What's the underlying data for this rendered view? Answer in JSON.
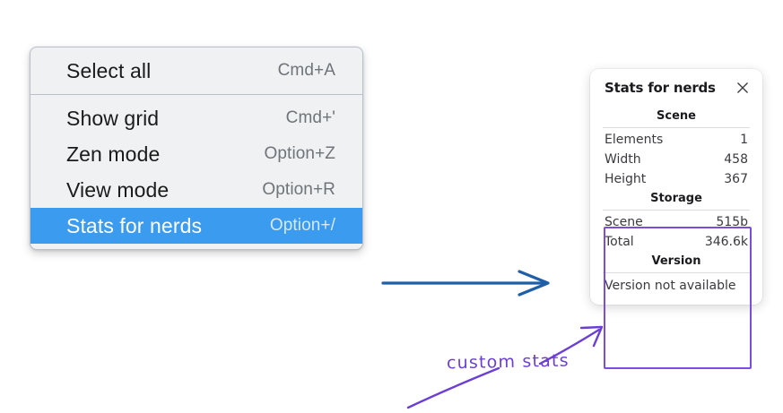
{
  "menu": {
    "sections": [
      {
        "items": [
          {
            "label": "Select all",
            "shortcut": "Cmd+A",
            "highlighted": false
          }
        ]
      },
      {
        "items": [
          {
            "label": "Show grid",
            "shortcut": "Cmd+'",
            "highlighted": false
          },
          {
            "label": "Zen mode",
            "shortcut": "Option+Z",
            "highlighted": false
          },
          {
            "label": "View mode",
            "shortcut": "Option+R",
            "highlighted": false
          },
          {
            "label": "Stats for nerds",
            "shortcut": "Option+/",
            "highlighted": true
          }
        ]
      }
    ],
    "highlight_color": "#3b9bee"
  },
  "stats_panel": {
    "title": "Stats for nerds",
    "close_icon": "close-icon",
    "sections": [
      {
        "heading": "Scene",
        "rows": [
          {
            "key": "Elements",
            "value": "1"
          },
          {
            "key": "Width",
            "value": "458"
          },
          {
            "key": "Height",
            "value": "367"
          }
        ]
      },
      {
        "heading": "Storage",
        "rows": [
          {
            "key": "Scene",
            "value": "515b"
          },
          {
            "key": "Total",
            "value": "346.6k"
          }
        ]
      },
      {
        "heading": "Version",
        "full_rows": [
          "Version not available"
        ]
      }
    ]
  },
  "annotations": {
    "handwritten_label": "custom stats",
    "handwritten_color": "#6b3fd4",
    "highlight_box_color": "#7c4ddb",
    "blue_arrow_color": "#1f5fa8"
  }
}
